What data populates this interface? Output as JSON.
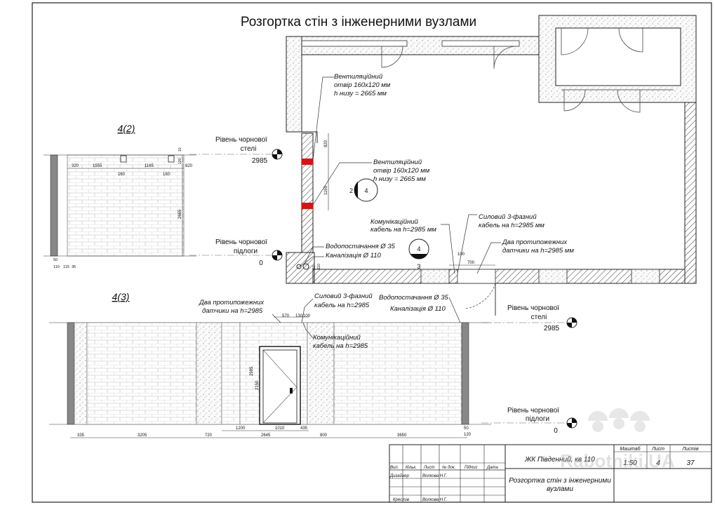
{
  "title": "Розгортка стін з інженерними вузлами",
  "plan": {
    "vent1": [
      "Вентиляційний",
      "отвір 160х120 мм",
      "h низу = 2665 мм"
    ],
    "vent2": [
      "Вентиляційний",
      "отвір 160х120 мм",
      "h низу = 2665 мм"
    ],
    "comm_cable": [
      "Комунікаційний",
      "кабель на h=2985 мм"
    ],
    "power_cable": [
      "Силовий 3-фазний",
      "кабель  на h=2985 мм"
    ],
    "sensors": [
      "Два протипожежних",
      "датчики  на h=2985 мм"
    ],
    "water": "Водопостачання Ø 35",
    "sewer": "Каналізація Ø 110",
    "dims": {
      "d820": "820",
      "d1165": "1165",
      "d100": "100",
      "d700": "700",
      "d50": "50",
      "d110": "110"
    },
    "marker_a": {
      "left": "2",
      "right": "4"
    },
    "marker_b": {
      "top": "4",
      "bottom": "3"
    }
  },
  "levels": {
    "ceil_label": [
      "Рівень чорнової",
      "стелі"
    ],
    "ceil_value": "2985",
    "floor_label": [
      "Рівень чорнової",
      "підлоги"
    ],
    "floor_value": "0"
  },
  "view42": {
    "label": "4(2)",
    "dims": [
      "320",
      "1555",
      "160",
      "1165",
      "160",
      "820"
    ],
    "vdims": [
      "10",
      "120",
      "2665"
    ],
    "bottom_dims": [
      "50",
      "110",
      "115",
      "35"
    ]
  },
  "view43": {
    "label": "4(3)",
    "sensors": [
      "Два протипожежних",
      "датчики на h=2985"
    ],
    "power": [
      "Силовий 3-фазний",
      "кабель на h=2985"
    ],
    "water": "Водопостачання Ø 35",
    "sewer": "Каналізація Ø 110",
    "comm": [
      "Комунікаційний",
      "кабель на h=2985"
    ],
    "top_dims": [
      "570",
      "130",
      "100"
    ],
    "door_dims": [
      "2985",
      "2150"
    ],
    "sub_dims": [
      "1200",
      "1010",
      "435"
    ],
    "right_dims": [
      "50",
      "120"
    ],
    "bottom_dims": [
      "335",
      "3205",
      "720",
      "2645",
      "800",
      "3650"
    ]
  },
  "stamp": {
    "project": "ЖК Південний, кв 110",
    "sheet_title": [
      "Розгортка стін з інженерними",
      "вузлами"
    ],
    "scale_label": "Маштаб",
    "sheet_label": "Лист",
    "sheets_label": "Листів",
    "scale": "1:50",
    "sheet": "4",
    "sheets": "37",
    "cols": [
      "Вип.",
      "Кільк.",
      "Лист",
      "№ док.",
      "Підпис",
      "Дата"
    ],
    "designer_label": "Дизайнер",
    "designer": "Волкова Н.Г.",
    "drafter_label": "Креслив",
    "drafter": "Волкова Н.Г."
  },
  "watermark": "Rabotniki.UA"
}
